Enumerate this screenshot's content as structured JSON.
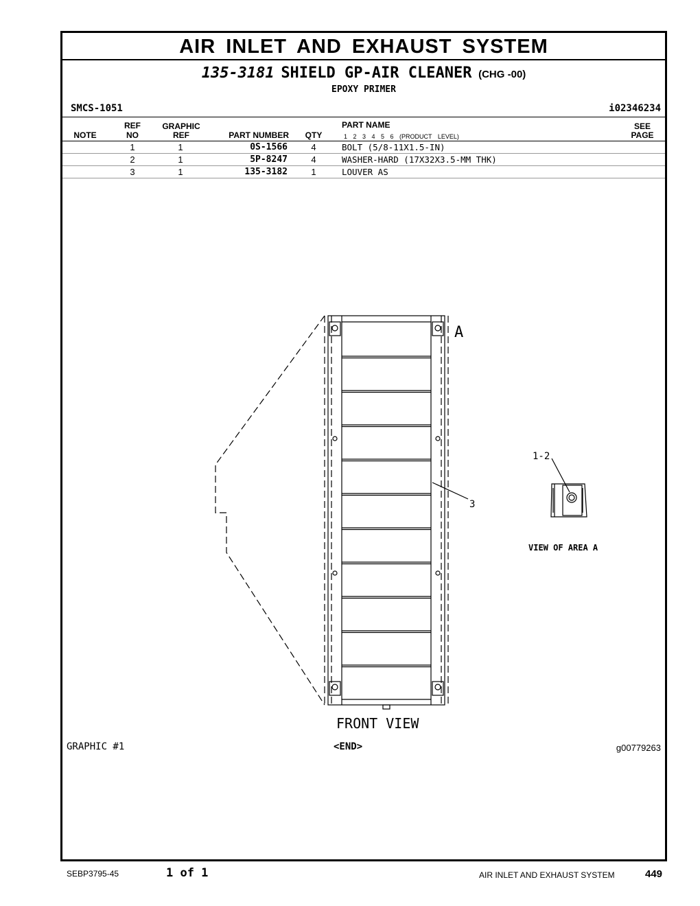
{
  "header": {
    "section_title": "AIR INLET AND EXHAUST SYSTEM",
    "part_number": "135-3181",
    "part_name": "SHIELD GP-AIR CLEANER",
    "change": "(CHG -00)",
    "note": "EPOXY PRIMER",
    "smcs": "SMCS-1051",
    "ident": "i02346234"
  },
  "table": {
    "headers": {
      "note": "NOTE",
      "ref_top": "REF",
      "ref_bottom": "NO",
      "graphic_top": "GRAPHIC",
      "graphic_bottom": "REF",
      "part_number": "PART NUMBER",
      "qty": "QTY",
      "part_name": "PART NAME",
      "product_levels": "1 2 3 4 5 6 (PRODUCT LEVEL)",
      "see_top": "SEE",
      "see_bottom": "PAGE"
    },
    "rows": [
      {
        "ref": "1",
        "graphic_ref": "1",
        "part_number": "0S-1566",
        "qty": "4",
        "name": "BOLT (5/8-11X1.5-IN)"
      },
      {
        "ref": "2",
        "graphic_ref": "1",
        "part_number": "5P-8247",
        "qty": "4",
        "name": "WASHER-HARD (17X32X3.5-MM THK)"
      },
      {
        "ref": "3",
        "graphic_ref": "1",
        "part_number": "135-3182",
        "qty": "1",
        "name": "LOUVER AS"
      }
    ]
  },
  "drawing": {
    "label_area": "A",
    "label_callout_12": "1-2",
    "label_callout_3": "3",
    "view_area": "VIEW OF AREA A",
    "front_view": "FRONT VIEW",
    "louver_slat_count": 11
  },
  "graphic": {
    "label": "GRAPHIC #1",
    "end": "<END>",
    "number": "g00779263"
  },
  "footer": {
    "doc": "SEBP3795-45",
    "pages": "1 of 1",
    "section": "AIR INLET AND EXHAUST SYSTEM",
    "page": "449"
  }
}
